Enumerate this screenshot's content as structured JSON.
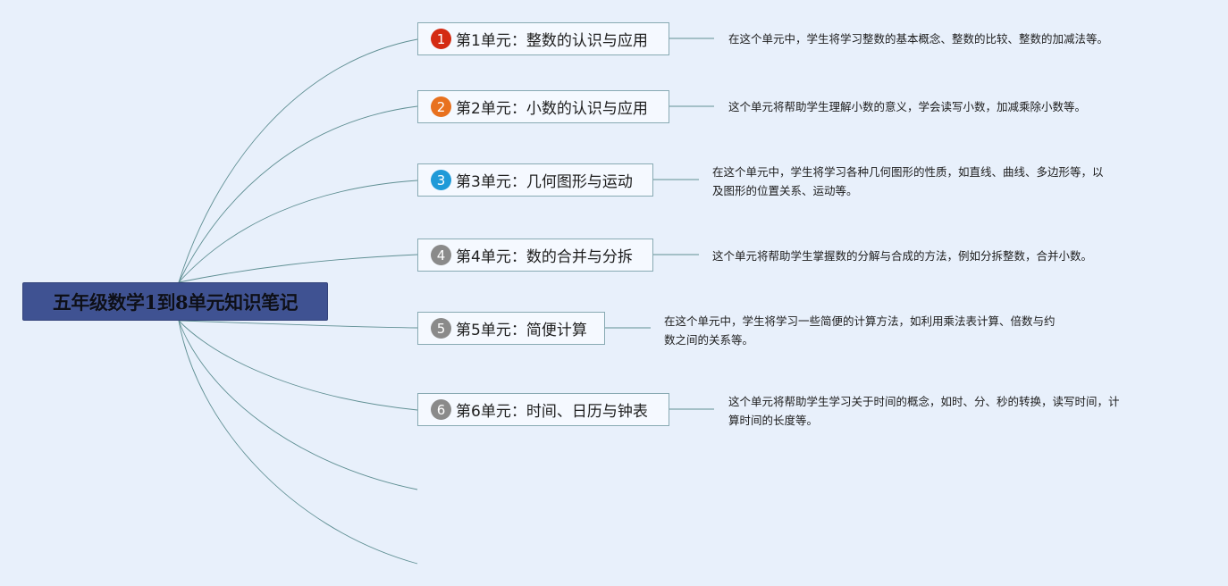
{
  "mindmap": {
    "root": {
      "title": "五年级数学1到8单元知识笔记"
    },
    "branches": [
      {
        "num": "1",
        "title": "第1单元：整数的认识与应用",
        "badge_color": "#d42a12",
        "note_lines": [
          "在这个单元中，学生将学习整数的基本概念、整数的比较、整数的加减法等。"
        ]
      },
      {
        "num": "2",
        "title": "第2单元：小数的认识与应用",
        "badge_color": "#e8711f",
        "note_lines": [
          "这个单元将帮助学生理解小数的意义，学会读写小数，加减乘除小数等。"
        ]
      },
      {
        "num": "3",
        "title": "第3单元：几何图形与运动",
        "badge_color": "#1f9ad8",
        "note_lines": [
          "在这个单元中，学生将学习各种几何图形的性质，如直线、曲线、多边形等，以",
          "及图形的位置关系、运动等。"
        ]
      },
      {
        "num": "4",
        "title": "第4单元：数的合并与分拆",
        "badge_color": "#8a8a8a",
        "note_lines": [
          "这个单元将帮助学生掌握数的分解与合成的方法，例如分拆整数，合并小数。"
        ]
      },
      {
        "num": "5",
        "title": "第5单元：简便计算",
        "badge_color": "#8a8a8a",
        "note_lines": [
          "在这个单元中，学生将学习一些简便的计算方法，如利用乘法表计算、倍数与约",
          "数之间的关系等。"
        ]
      },
      {
        "num": "6",
        "title": "第6单元：时间、日历与钟表",
        "badge_color": "#8a8a8a",
        "note_lines": [
          "这个单元将帮助学生学习关于时间的概念，如时、分、秒的转换，读写时间，计",
          "算时间的长度等。"
        ]
      }
    ]
  }
}
